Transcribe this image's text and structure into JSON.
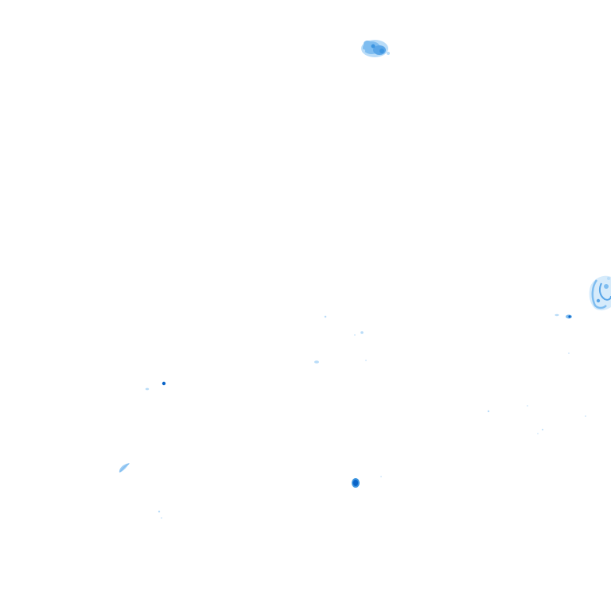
{
  "colors": {
    "background": "#ffffff",
    "light": "#b9dcf8",
    "medium": "#7fbdf0",
    "strong": "#3d95e0",
    "heavy": "#0a64c8"
  },
  "echoes": [
    {
      "id": "cluster-north",
      "intensity": "medium"
    },
    {
      "id": "cluster-east",
      "intensity": "medium"
    },
    {
      "id": "cell-south",
      "intensity": "heavy"
    },
    {
      "id": "streak-west",
      "intensity": "light"
    },
    {
      "id": "speck-west",
      "intensity": "strong"
    },
    {
      "id": "scattered-returns",
      "intensity": "light"
    }
  ]
}
